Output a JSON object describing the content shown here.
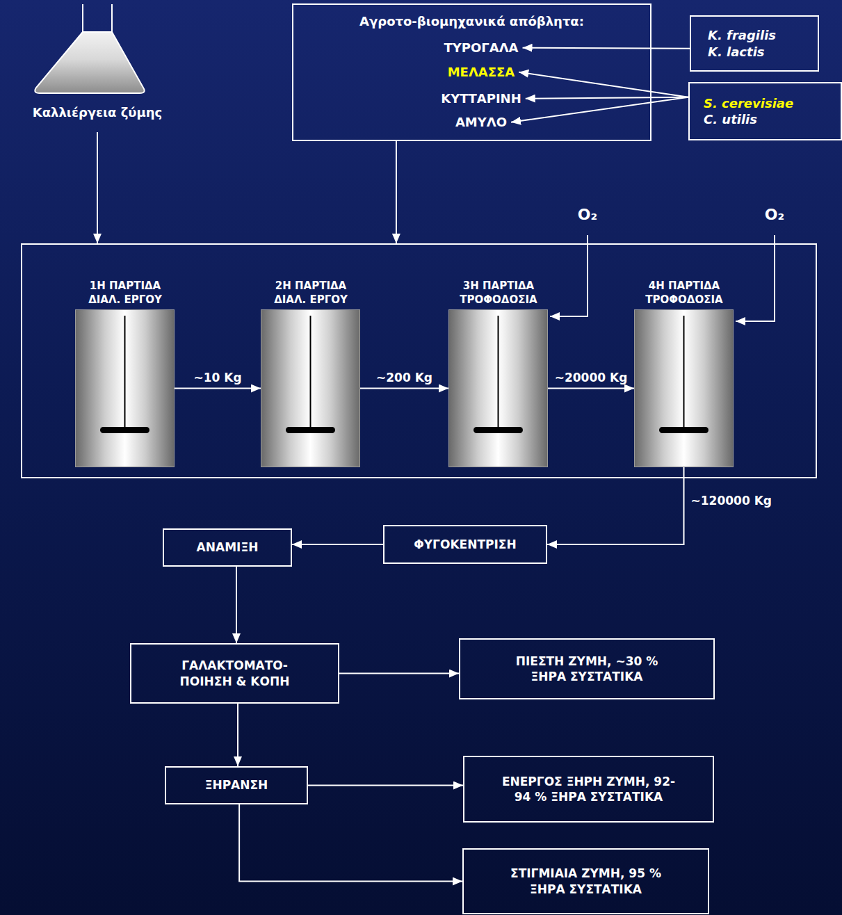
{
  "diagram": {
    "nodes": [
      {
        "text": [
          "Καλλιέργεια ζύμης"
        ]
      },
      {
        "text": [
          "Αγροτο-βιομηχανικά απόβλητα:"
        ]
      },
      {
        "text": [
          "ΤΥΡΟΓΑΛΑ"
        ],
        "in": 1
      },
      {
        "text": [
          "ΜΕΛΑΣΣΑ"
        ],
        "in": 1
      },
      {
        "text": [
          "ΚΥΤΤΑΡΙΝΗ"
        ],
        "in": 1
      },
      {
        "text": [
          "ΑΜΥΛΟ"
        ],
        "in": 1
      },
      {
        "text": [
          "K. fragilis",
          "K. lactis"
        ]
      },
      {
        "text": [
          "S. cerevisiae",
          "C. utilis"
        ]
      },
      {
        "text": []
      },
      {
        "text": [
          "1Η ΠΑΡΤΙΔΑ ΔΙΑΛ. ΕΡΓΟΥ"
        ],
        "in": 8
      },
      {
        "text": [
          "2Η ΠΑΡΤΙΔΑ ΔΙΑΛ. ΕΡΓΟΥ"
        ],
        "in": 8
      },
      {
        "text": [
          "3Η ΠΑΡΤΙΔΑ ΤΡΟΦΟΔΟΣΙΑ"
        ],
        "in": 8
      },
      {
        "text": [
          "4Η ΠΑΡΤΙΔΑ ΤΡΟΦΟΔΟΣΙΑ"
        ],
        "in": 8
      },
      {
        "text": [
          "ΦΥΓΟΚΕΝΤΡΙΣΗ"
        ]
      },
      {
        "text": [
          "ΑΝΑΜΙΞΗ"
        ]
      },
      {
        "text": [
          "ΓΑΛΑΚΤΟΜΑΤΟ- ΠΟΙΗΣΗ & ΚΟΠΗ"
        ]
      },
      {
        "text": [
          "ΠΙΕΣΤΗ ΖΥΜΗ, ~30 % ΞΗΡΑ ΣΥΣΤΑΤΙΚΑ"
        ]
      },
      {
        "text": [
          "ΞΗΡΑΝΣΗ"
        ]
      },
      {
        "text": [
          "ΕΝΕΡΓΟΣ ΞΗΡΗ ΖΥΜΗ, 92-94 % ΞΗΡΑ ΣΥΣΤΑΤΙΚΑ"
        ]
      },
      {
        "text": [
          "ΣΤΙΓΜΙΑΙΑ ΖΥΜΗ, 95 % ΞΗΡΑ ΣΥΣΤΑΤΙΚΑ"
        ]
      }
    ],
    "edges": [
      {
        "from": 6,
        "to": 2,
        "arrow": "to"
      },
      {
        "from": 7,
        "to": 3,
        "arrow": "to"
      },
      {
        "from": 7,
        "to": 4,
        "arrow": "to"
      },
      {
        "from": 7,
        "to": 5,
        "arrow": "to"
      },
      {
        "from": 0,
        "to": 8,
        "arrow": "to"
      },
      {
        "from": 1,
        "to": 8,
        "arrow": "to"
      },
      {
        "from": 9,
        "to": 10,
        "label": "~10 Kg",
        "arrow": "to"
      },
      {
        "from": 10,
        "to": 11,
        "label": "~200 Kg",
        "arrow": "to"
      },
      {
        "from": 11,
        "to": 12,
        "label": "~20000 Kg",
        "arrow": "to"
      },
      {
        "from": 12,
        "to": 13,
        "label": "~120000 Kg",
        "arrow": "to"
      },
      {
        "from": 13,
        "to": 14,
        "arrow": "to"
      },
      {
        "from": 14,
        "to": 15,
        "arrow": "to"
      },
      {
        "from": 15,
        "to": 16,
        "arrow": "to"
      },
      {
        "from": 15,
        "to": 17,
        "arrow": "to"
      },
      {
        "from": 17,
        "to": 18,
        "arrow": "to"
      },
      {
        "from": 17,
        "to": 19,
        "arrow": "to"
      }
    ],
    "labels": [
      "O₂",
      "O₂"
    ]
  }
}
